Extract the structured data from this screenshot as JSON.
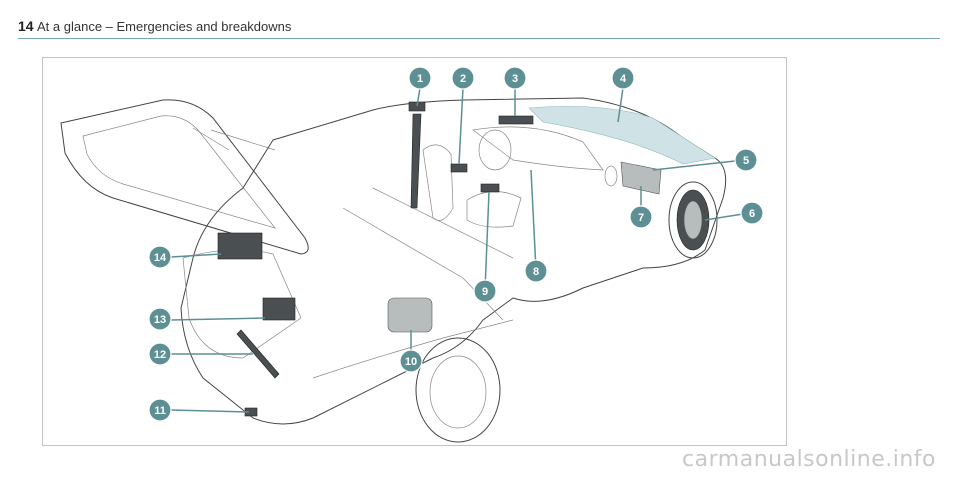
{
  "header": {
    "page_number": "14",
    "section_title": "At a glance – Emergencies and breakdowns"
  },
  "figure": {
    "callouts": [
      "1",
      "2",
      "3",
      "4",
      "5",
      "6",
      "7",
      "8",
      "9",
      "10",
      "11",
      "12",
      "13",
      "14"
    ]
  },
  "watermark": "carmanualsonline.info",
  "colors": {
    "accent": "#5d8f94",
    "rule": "#7aa7ac"
  }
}
